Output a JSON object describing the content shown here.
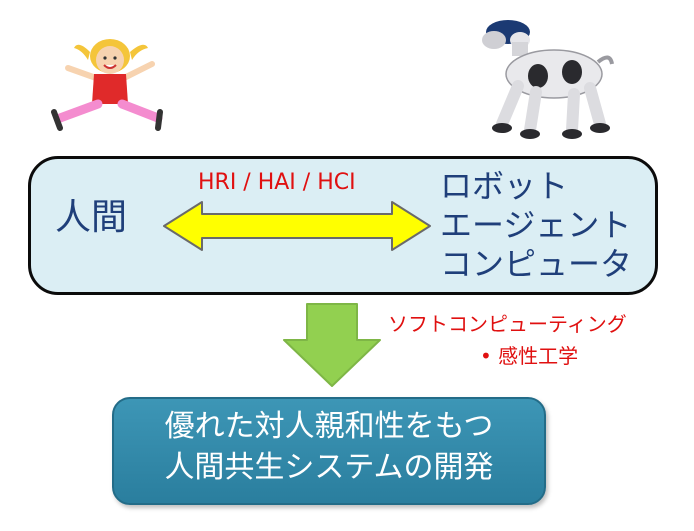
{
  "top_panel": {
    "left_label": "人間",
    "arrow_label": "HRI / HAI / HCI",
    "right_items": [
      "ロボット",
      "エージェント",
      "コンピュータ"
    ]
  },
  "techniques": {
    "primary": "ソフトコンピューティング",
    "bullet": "•",
    "secondary": "感性工学"
  },
  "goal": {
    "lines": [
      "優れた対人親和性をもつ",
      "人間共生システムの開発"
    ]
  },
  "colors": {
    "panel_fill": "#dbeef4",
    "double_arrow_fill": "#ffff00",
    "down_arrow_fill": "#92d050",
    "red_text": "#e01010",
    "navy_text": "#1f3f7a",
    "goal_box_fill": "#2f86a6"
  },
  "icons": {
    "top_left": "child-jumping-illustration",
    "top_right": "robot-dog-illustration"
  }
}
